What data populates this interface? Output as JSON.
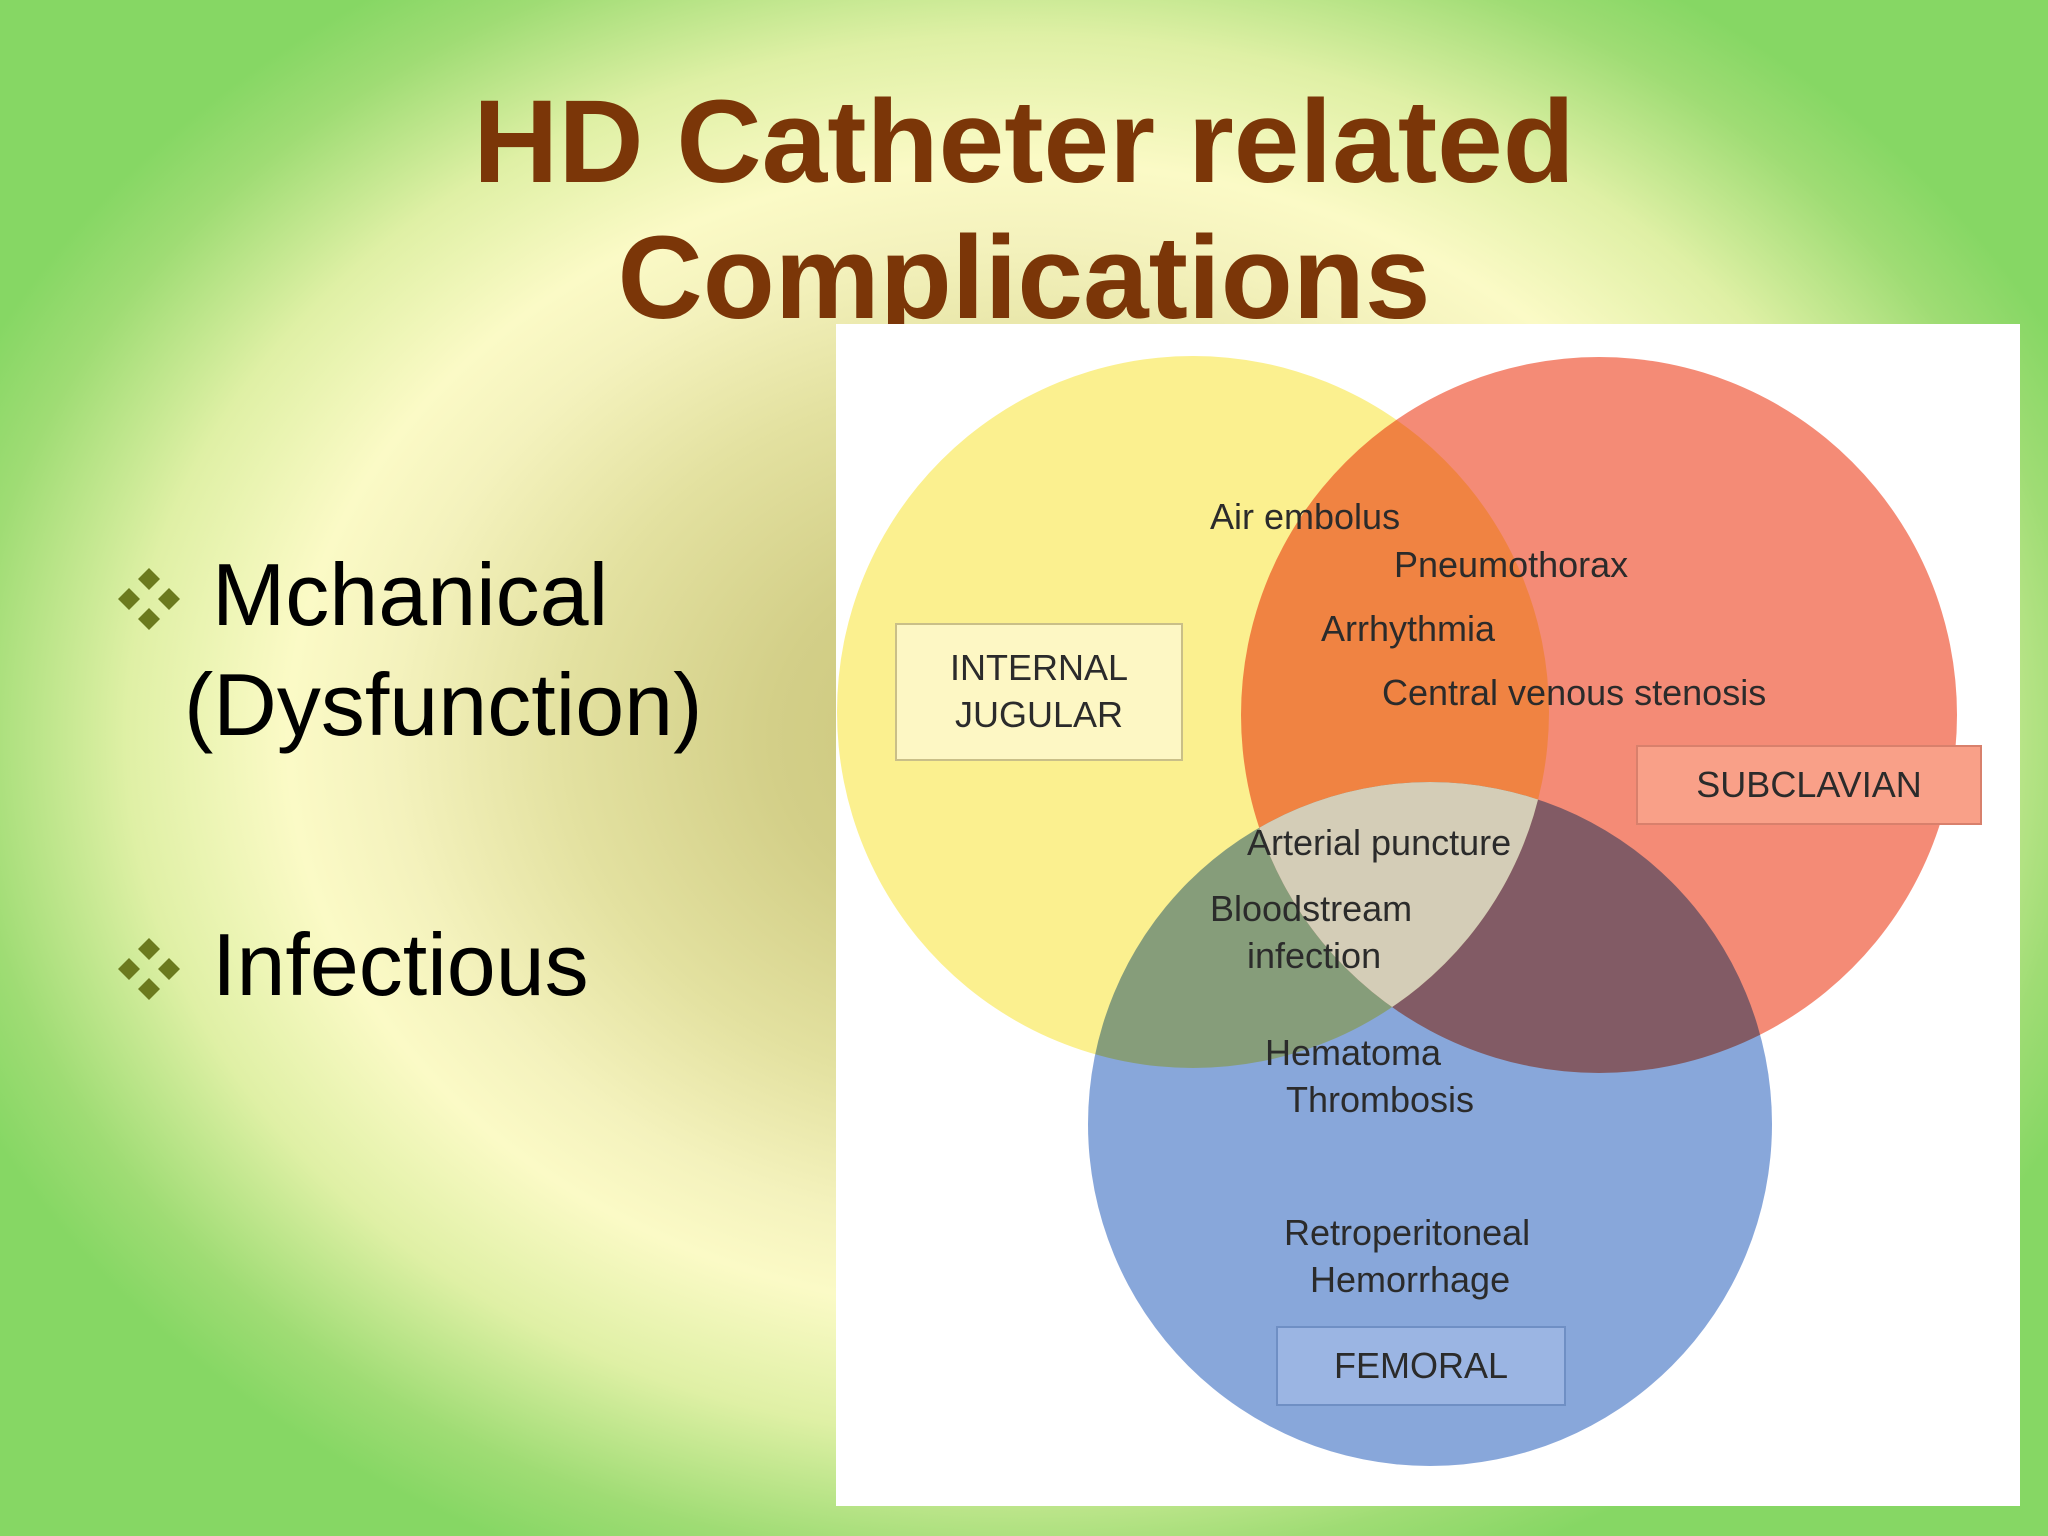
{
  "title": {
    "line1": "HD Catheter related",
    "line2": "Complications"
  },
  "bullets": [
    {
      "icon": "four-diamond-bullet-icon",
      "line1": "Mchanical",
      "line2": "(Dysfunction)"
    },
    {
      "icon": "four-diamond-bullet-icon",
      "line1": "Infectious"
    }
  ],
  "colors": {
    "title": "#7b3608",
    "bullet_icon": "#6b7a1e",
    "internal_jugular": "#fbf08f",
    "subclavian": "#f4826b",
    "femoral": "#7fa0d8"
  },
  "diagram": {
    "sites": {
      "internal_jugular": {
        "line1": "INTERNAL",
        "line2": "JUGULAR"
      },
      "subclavian": "SUBCLAVIAN",
      "femoral": "FEMORAL"
    },
    "complications": {
      "air_embolus": "Air embolus",
      "pneumothorax": "Pneumothorax",
      "arrhythmia": "Arrhythmia",
      "central_venous_stenosis": "Central venous stenosis",
      "arterial_puncture": "Arterial puncture",
      "bloodstream_1": "Bloodstream",
      "bloodstream_2": "infection",
      "hematoma": "Hematoma",
      "thrombosis": "Thrombosis",
      "retroperitoneal": "Retroperitoneal",
      "hemorrhage": "Hemorrhage"
    }
  }
}
